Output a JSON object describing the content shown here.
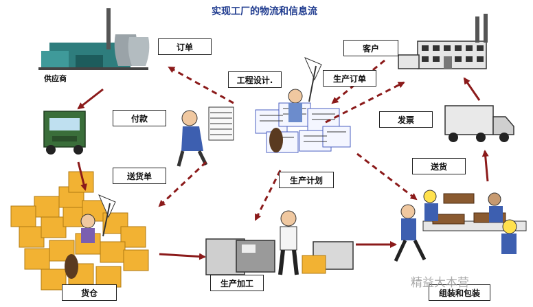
{
  "title": "实现工厂的物流和信息流",
  "nodes": {
    "supplier": "供应商",
    "customer": "客户",
    "warehouse": "货仓",
    "production": "生产加工",
    "assembly": "组装和包装"
  },
  "flows": {
    "order": "订单",
    "payment": "付款",
    "delivery_note": "送货单",
    "engineering_design": "工程设计.",
    "production_order": "生产订单",
    "production_plan": "生产计划",
    "invoice": "发票",
    "shipping": "送货"
  },
  "watermark": "精益大本营",
  "colors": {
    "arrow": "#8b1a1a",
    "title": "#1f3b8f",
    "box": "#f2b233",
    "truck": "#3a6e3a",
    "factory": "#2e7d7d"
  }
}
